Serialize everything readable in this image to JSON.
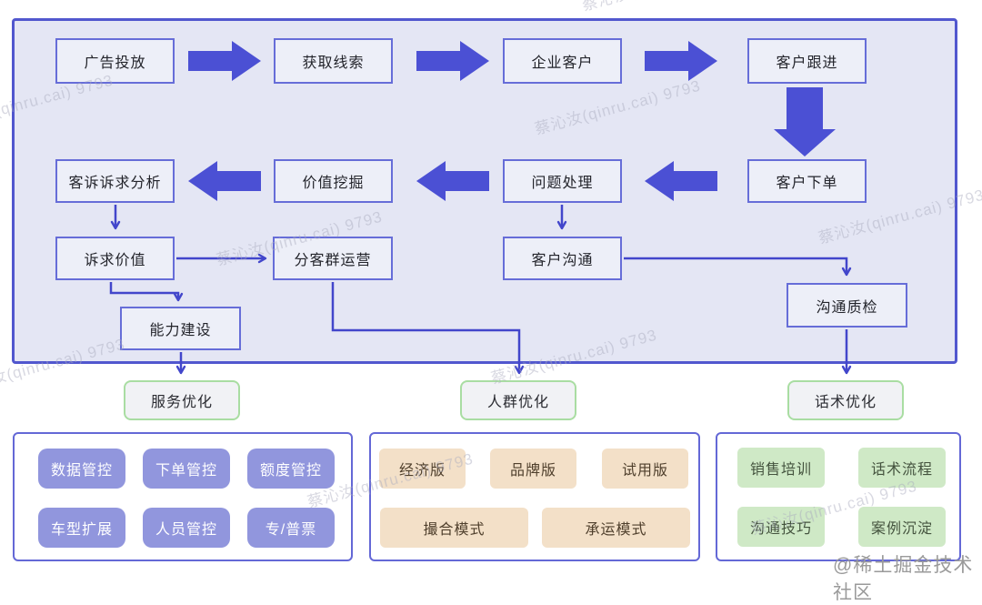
{
  "watermark": {
    "text": "蔡沁汝(qinru.cai) 9793"
  },
  "credit": "@稀土掘金技术社区",
  "flowchart": {
    "row1": [
      {
        "label": "广告投放"
      },
      {
        "label": "获取线索"
      },
      {
        "label": "企业客户"
      },
      {
        "label": "客户跟进"
      }
    ],
    "row2": [
      {
        "label": "客诉诉求分析"
      },
      {
        "label": "价值挖掘"
      },
      {
        "label": "问题处理"
      },
      {
        "label": "客户下单"
      }
    ],
    "row3": [
      {
        "label": "诉求价值"
      },
      {
        "label": "分客群运营"
      },
      {
        "label": "客户沟通"
      }
    ],
    "quality_check": "沟通质检",
    "capability": "能力建设"
  },
  "outcomes": [
    {
      "label": "服务优化"
    },
    {
      "label": "人群优化"
    },
    {
      "label": "话术优化"
    }
  ],
  "panels": {
    "service_controls": {
      "buttons": [
        "数据管控",
        "下单管控",
        "额度管控",
        "车型扩展",
        "人员管控",
        "专/普票"
      ]
    },
    "product_modes": {
      "buttons": [
        "经济版",
        "品牌版",
        "试用版",
        "撮合模式",
        "承运模式"
      ]
    },
    "training": {
      "buttons": [
        "销售培训",
        "话术流程",
        "沟通技巧",
        "案例沉淀"
      ]
    }
  },
  "colors": {
    "container_fill": "#e4e6f4",
    "container_border": "#5157ce",
    "box_border": "#666dd8",
    "big_arrow": "#4b50d4",
    "thin_line": "#4246cb",
    "green_border": "#a9dda2",
    "purple_chip": "#9196dd",
    "tan_chip": "#f3e0c8",
    "green_chip": "#cfe9c6"
  }
}
